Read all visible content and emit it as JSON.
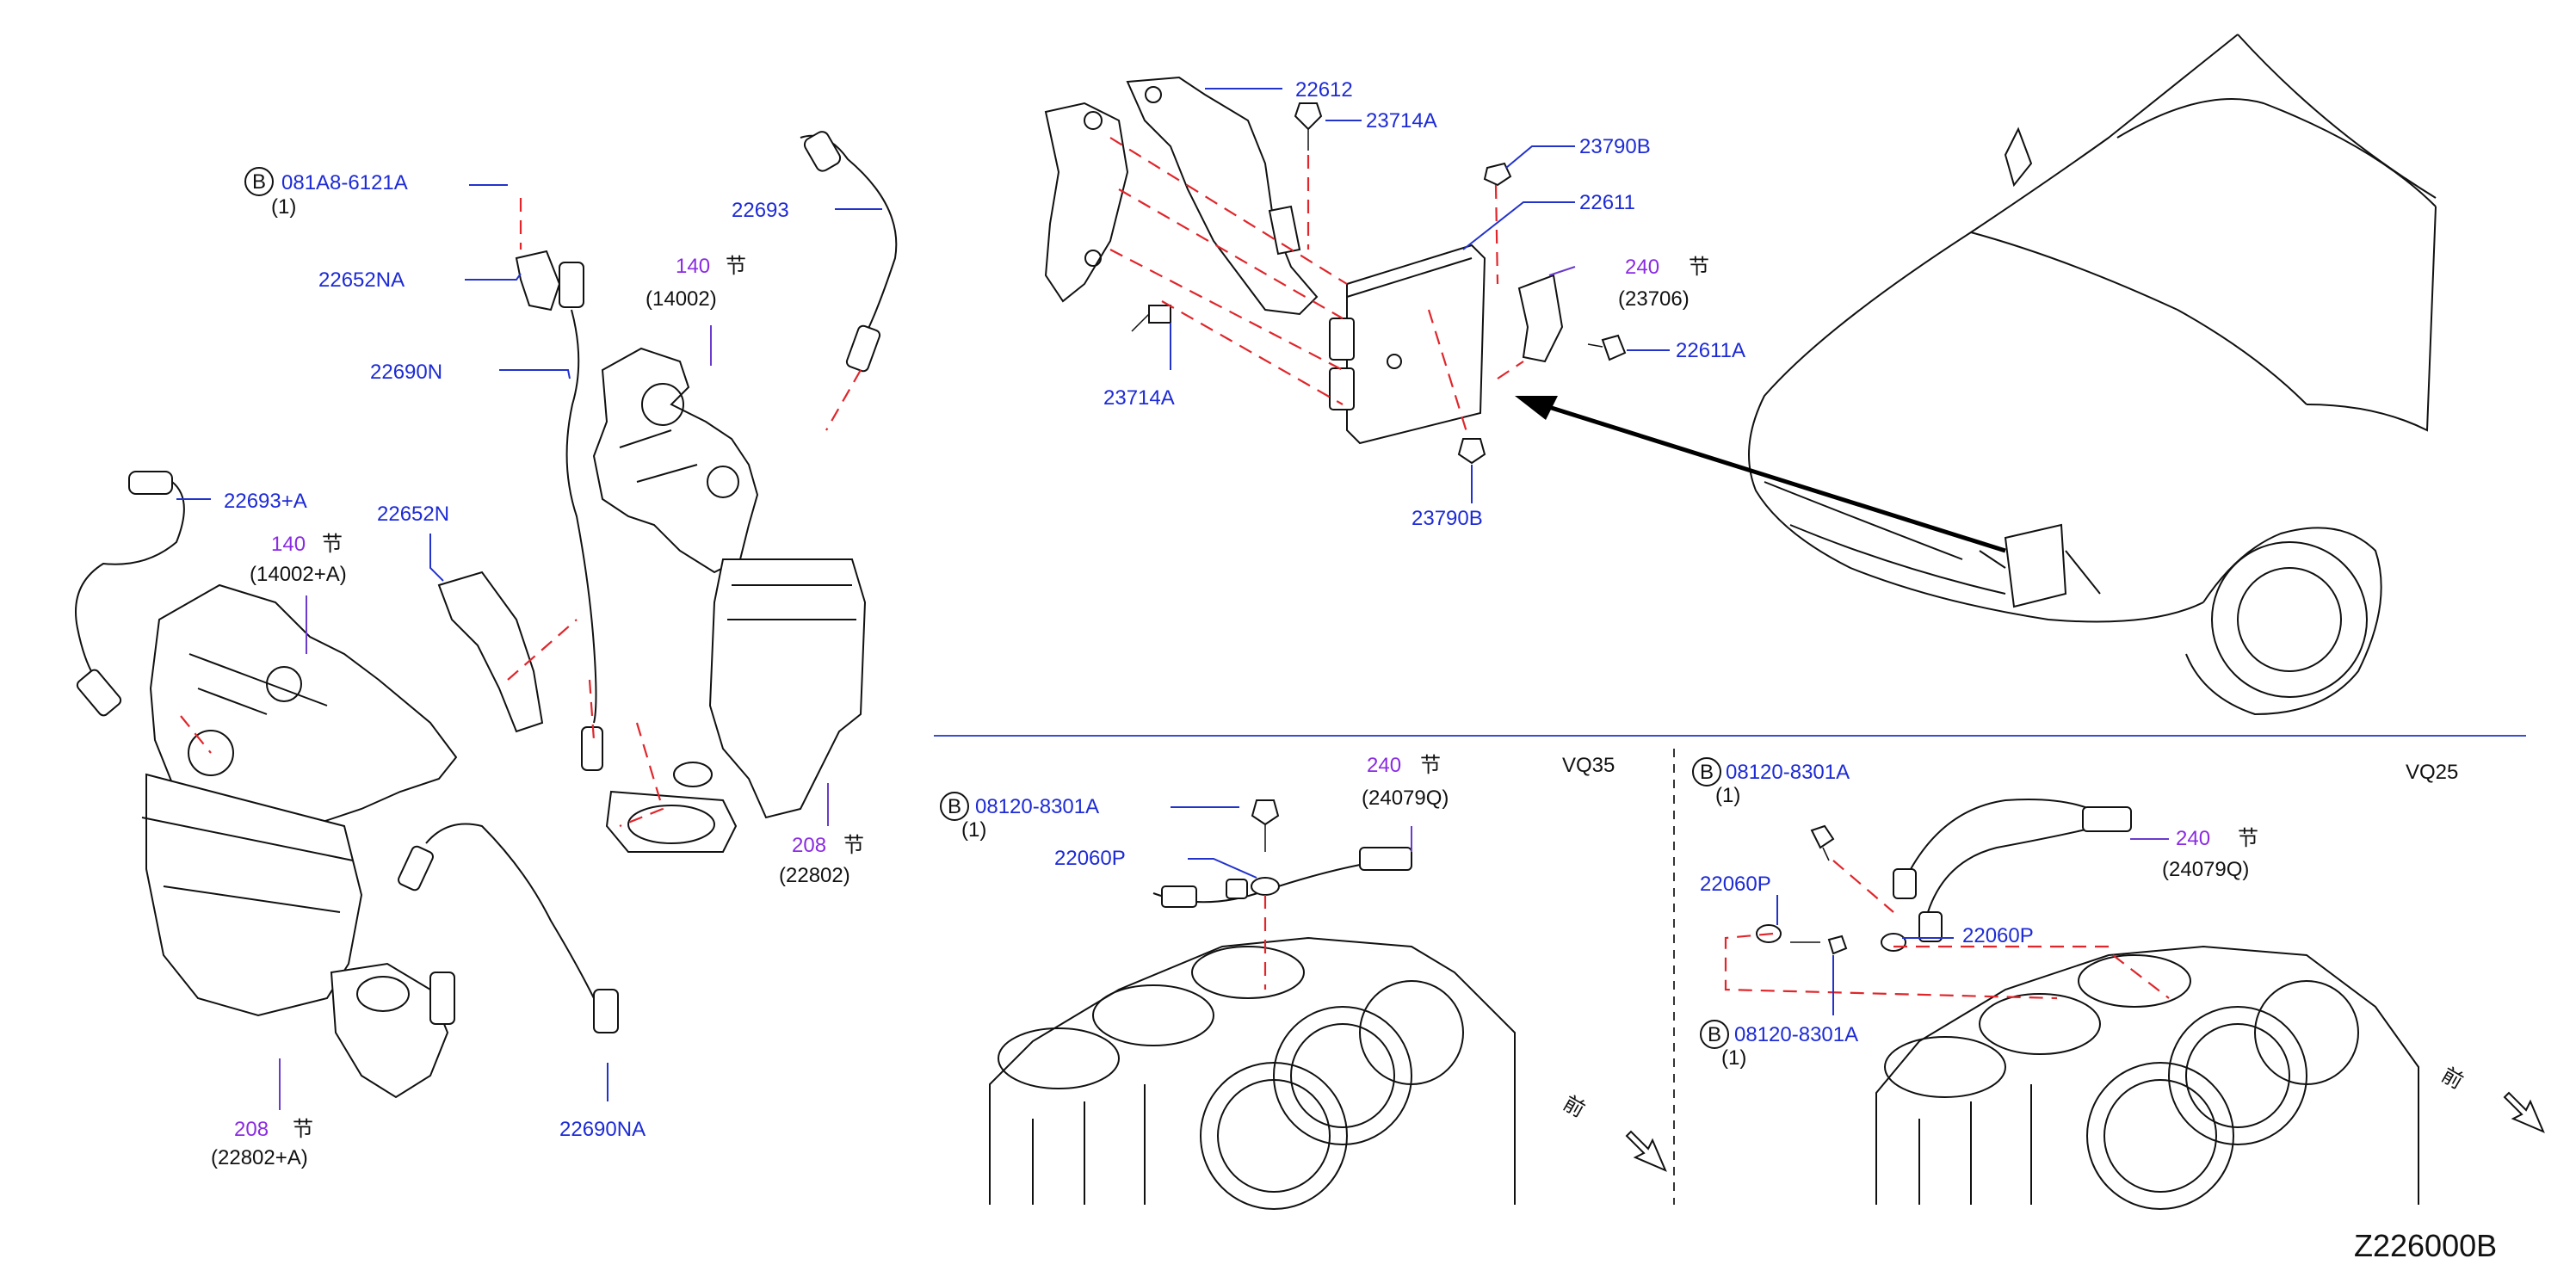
{
  "labels": {
    "l_081A8": "081A8-6121A",
    "l_081A8_qty": "(1)",
    "l_22693": "22693",
    "l_22652NA": "22652NA",
    "l_140_sec": "140",
    "l_140_ref": "(14002)",
    "l_22690N": "22690N",
    "l_22693A": "22693+A",
    "l_22652N": "22652N",
    "l_140A_sec": "140",
    "l_140A_ref": "(14002+A)",
    "l_208_sec": "208",
    "l_208_ref": "(22802)",
    "l_208A_sec": "208",
    "l_208A_ref": "(22802+A)",
    "l_22690NA": "22690NA",
    "l_22612": "22612",
    "l_23714A_top": "23714A",
    "l_23790B_top": "23790B",
    "l_22611": "22611",
    "l_240_ecm_sec": "240",
    "l_240_ecm_ref": "(23706)",
    "l_22611A": "22611A",
    "l_23714A_bot": "23714A",
    "l_23790B_bot": "23790B",
    "l_vq35": "VQ35",
    "l_08120_a": "08120-8301A",
    "l_08120_a_qty": "(1)",
    "l_240_a_sec": "240",
    "l_240_a_ref": "(24079Q)",
    "l_22060P_a": "22060P",
    "l_vq25": "VQ25",
    "l_08120_b": "08120-8301A",
    "l_08120_b_qty": "(1)",
    "l_22060P_b1": "22060P",
    "l_240_b_sec": "240",
    "l_240_b_ref": "(24079Q)",
    "l_22060P_b2": "22060P",
    "l_08120_c": "08120-8301A",
    "l_08120_c_qty": "(1)",
    "front_label": "前",
    "section_glyph": "节",
    "bolt_badge": "B",
    "diagram_id": "Z226000B"
  },
  "colors": {
    "part_number": "#1d2bd6",
    "section_ref": "#8a2be2",
    "guide_line": "#e0262b",
    "divider": "#3a4fcf"
  }
}
